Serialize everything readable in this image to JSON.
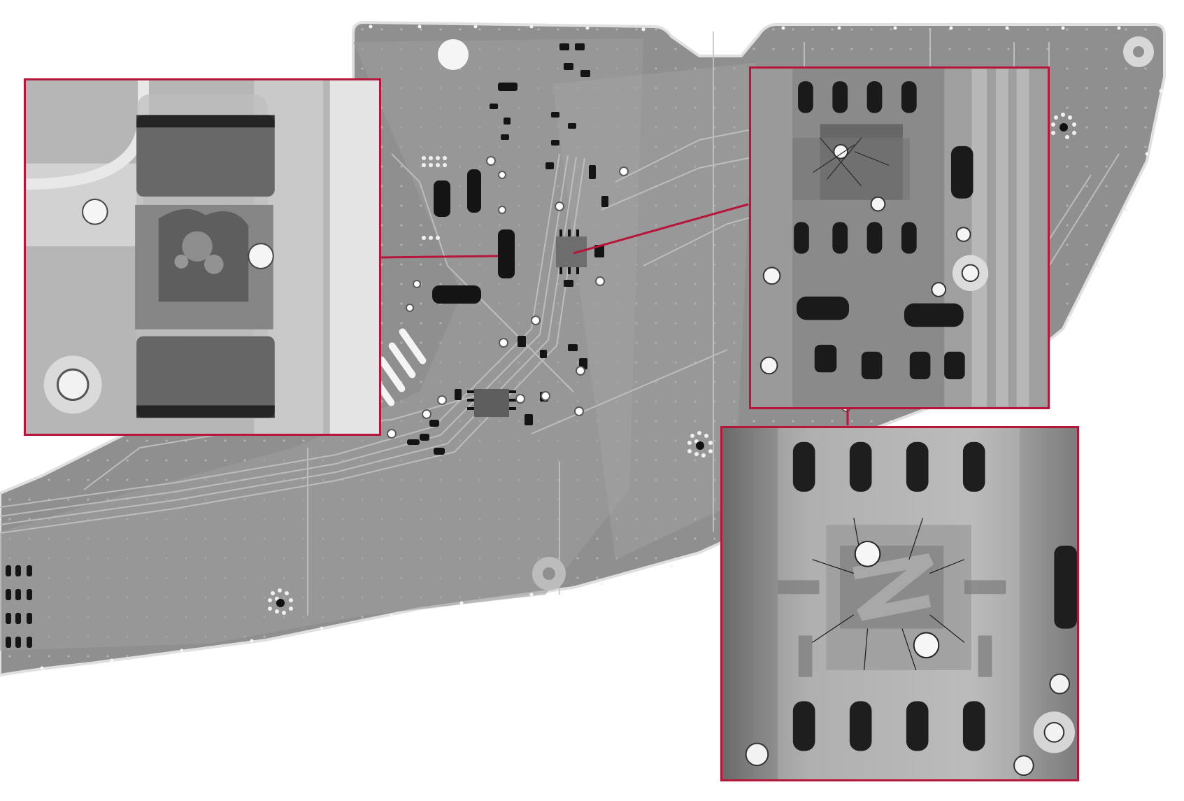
{
  "image": {
    "subject": "",
    "colors": {
      "background": "#ffffff",
      "board": "#8f8f8f",
      "board_edge": "#d9d9d9",
      "trace": "#b8b8b8",
      "component": "#1a1a1a",
      "highlight_frame": "#b7163a"
    }
  },
  "insets": [
    {
      "name": "capacitor-detail"
    },
    {
      "name": "ic-pins-detail"
    },
    {
      "name": "ic-die-detail"
    }
  ]
}
